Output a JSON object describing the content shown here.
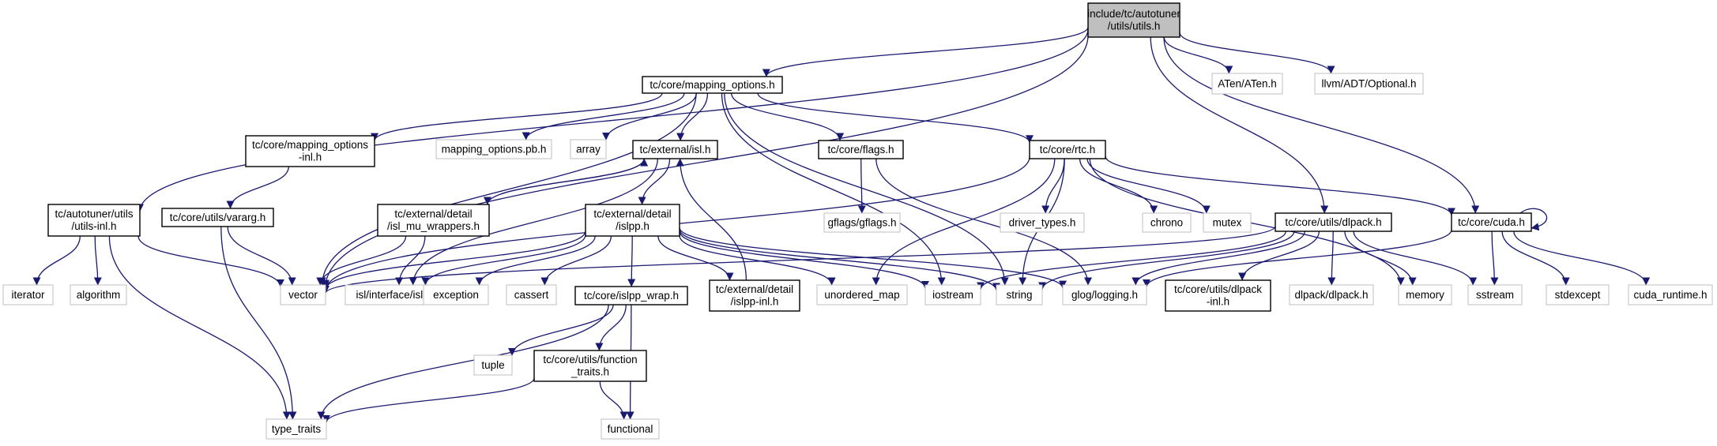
{
  "colors": {
    "edge": "#191970",
    "root_fill": "#bfbfbf",
    "node_border": "#000000",
    "external_border": "#bfbfbf",
    "background": "#ffffff"
  },
  "nodes": [
    {
      "id": "root",
      "kind": "root",
      "lines": [
        "include/tc/autotuner",
        "/utils/utils.h"
      ]
    },
    {
      "id": "mapping_options",
      "kind": "internal",
      "lines": [
        "tc/core/mapping_options.h"
      ]
    },
    {
      "id": "aten",
      "kind": "external",
      "lines": [
        "ATen/ATen.h"
      ]
    },
    {
      "id": "llvm_optional",
      "kind": "external",
      "lines": [
        "llvm/ADT/Optional.h"
      ]
    },
    {
      "id": "mapping_options_inl",
      "kind": "internal",
      "lines": [
        "tc/core/mapping_options",
        "-inl.h"
      ]
    },
    {
      "id": "mapping_options_pb",
      "kind": "external",
      "lines": [
        "mapping_options.pb.h"
      ]
    },
    {
      "id": "array",
      "kind": "external",
      "lines": [
        "array"
      ]
    },
    {
      "id": "external_isl",
      "kind": "internal",
      "lines": [
        "tc/external/isl.h"
      ]
    },
    {
      "id": "flags",
      "kind": "internal",
      "lines": [
        "tc/core/flags.h"
      ]
    },
    {
      "id": "rtc",
      "kind": "internal",
      "lines": [
        "tc/core/rtc.h"
      ]
    },
    {
      "id": "utils_inl",
      "kind": "internal",
      "lines": [
        "tc/autotuner/utils",
        "/utils-inl.h"
      ]
    },
    {
      "id": "vararg",
      "kind": "internal",
      "lines": [
        "tc/core/utils/vararg.h"
      ]
    },
    {
      "id": "isl_mu_wrappers",
      "kind": "internal",
      "lines": [
        "tc/external/detail",
        "/isl_mu_wrappers.h"
      ]
    },
    {
      "id": "islpp",
      "kind": "internal",
      "lines": [
        "tc/external/detail",
        "/islpp.h"
      ]
    },
    {
      "id": "gflags",
      "kind": "external",
      "lines": [
        "gflags/gflags.h"
      ]
    },
    {
      "id": "driver_types",
      "kind": "external",
      "lines": [
        "driver_types.h"
      ]
    },
    {
      "id": "chrono",
      "kind": "external",
      "lines": [
        "chrono"
      ]
    },
    {
      "id": "mutex",
      "kind": "external",
      "lines": [
        "mutex"
      ]
    },
    {
      "id": "dlpack_h",
      "kind": "internal",
      "lines": [
        "tc/core/utils/dlpack.h"
      ]
    },
    {
      "id": "cuda_h",
      "kind": "internal",
      "lines": [
        "tc/core/cuda.h"
      ]
    },
    {
      "id": "iterator",
      "kind": "external",
      "lines": [
        "iterator"
      ]
    },
    {
      "id": "algorithm",
      "kind": "external",
      "lines": [
        "algorithm"
      ]
    },
    {
      "id": "vector",
      "kind": "external",
      "lines": [
        "vector"
      ]
    },
    {
      "id": "isl_interface",
      "kind": "external",
      "lines": [
        "isl/interface/isl.h"
      ]
    },
    {
      "id": "exception",
      "kind": "external",
      "lines": [
        "exception"
      ]
    },
    {
      "id": "cassert",
      "kind": "external",
      "lines": [
        "cassert"
      ]
    },
    {
      "id": "islpp_wrap",
      "kind": "internal",
      "lines": [
        "tc/core/islpp_wrap.h"
      ]
    },
    {
      "id": "islpp_inl",
      "kind": "internal",
      "lines": [
        "tc/external/detail",
        "/islpp-inl.h"
      ]
    },
    {
      "id": "unordered_map",
      "kind": "external",
      "lines": [
        "unordered_map"
      ]
    },
    {
      "id": "iostream",
      "kind": "external",
      "lines": [
        "iostream"
      ]
    },
    {
      "id": "string",
      "kind": "external",
      "lines": [
        "string"
      ]
    },
    {
      "id": "glog",
      "kind": "external",
      "lines": [
        "glog/logging.h"
      ]
    },
    {
      "id": "dlpack_inl",
      "kind": "internal",
      "lines": [
        "tc/core/utils/dlpack",
        "-inl.h"
      ]
    },
    {
      "id": "dlpack_dlpack",
      "kind": "external",
      "lines": [
        "dlpack/dlpack.h"
      ]
    },
    {
      "id": "memory",
      "kind": "external",
      "lines": [
        "memory"
      ]
    },
    {
      "id": "sstream",
      "kind": "external",
      "lines": [
        "sstream"
      ]
    },
    {
      "id": "stdexcept",
      "kind": "external",
      "lines": [
        "stdexcept"
      ]
    },
    {
      "id": "cuda_runtime",
      "kind": "external",
      "lines": [
        "cuda_runtime.h"
      ]
    },
    {
      "id": "tuple",
      "kind": "external",
      "lines": [
        "tuple"
      ]
    },
    {
      "id": "function_traits",
      "kind": "internal",
      "lines": [
        "tc/core/utils/function",
        "_traits.h"
      ]
    },
    {
      "id": "type_traits",
      "kind": "external",
      "lines": [
        "type_traits"
      ]
    },
    {
      "id": "functional",
      "kind": "external",
      "lines": [
        "functional"
      ]
    }
  ],
  "edges": [
    [
      "root",
      "mapping_options"
    ],
    [
      "root",
      "aten"
    ],
    [
      "root",
      "llvm_optional"
    ],
    [
      "root",
      "utils_inl"
    ],
    [
      "root",
      "vector"
    ],
    [
      "root",
      "dlpack_h"
    ],
    [
      "root",
      "cuda_h"
    ],
    [
      "mapping_options",
      "mapping_options_inl"
    ],
    [
      "mapping_options",
      "mapping_options_pb"
    ],
    [
      "mapping_options",
      "array"
    ],
    [
      "mapping_options",
      "external_isl"
    ],
    [
      "mapping_options",
      "flags"
    ],
    [
      "mapping_options",
      "rtc"
    ],
    [
      "mapping_options",
      "vector"
    ],
    [
      "mapping_options",
      "iostream"
    ],
    [
      "mapping_options",
      "string"
    ],
    [
      "mapping_options_inl",
      "vararg"
    ],
    [
      "external_isl",
      "isl_mu_wrappers"
    ],
    [
      "external_isl",
      "islpp"
    ],
    [
      "external_isl",
      "isl_interface"
    ],
    [
      "flags",
      "gflags"
    ],
    [
      "flags",
      "glog"
    ],
    [
      "rtc",
      "vector"
    ],
    [
      "rtc",
      "driver_types"
    ],
    [
      "rtc",
      "chrono"
    ],
    [
      "rtc",
      "mutex"
    ],
    [
      "rtc",
      "unordered_map"
    ],
    [
      "rtc",
      "string"
    ],
    [
      "rtc",
      "memory"
    ],
    [
      "rtc",
      "cuda_h"
    ],
    [
      "utils_inl",
      "iterator"
    ],
    [
      "utils_inl",
      "algorithm"
    ],
    [
      "utils_inl",
      "vector"
    ],
    [
      "utils_inl",
      "type_traits"
    ],
    [
      "vararg",
      "vector"
    ],
    [
      "vararg",
      "type_traits"
    ],
    [
      "isl_mu_wrappers",
      "external_isl"
    ],
    [
      "isl_mu_wrappers",
      "vector"
    ],
    [
      "isl_mu_wrappers",
      "isl_interface"
    ],
    [
      "islpp",
      "vector"
    ],
    [
      "islpp",
      "isl_interface"
    ],
    [
      "islpp",
      "exception"
    ],
    [
      "islpp",
      "cassert"
    ],
    [
      "islpp",
      "islpp_wrap"
    ],
    [
      "islpp",
      "islpp_inl"
    ],
    [
      "islpp",
      "unordered_map"
    ],
    [
      "islpp",
      "iostream"
    ],
    [
      "islpp",
      "string"
    ],
    [
      "islpp",
      "glog"
    ],
    [
      "islpp_inl",
      "external_isl"
    ],
    [
      "islpp_wrap",
      "tuple"
    ],
    [
      "islpp_wrap",
      "function_traits"
    ],
    [
      "islpp_wrap",
      "type_traits"
    ],
    [
      "islpp_wrap",
      "functional"
    ],
    [
      "function_traits",
      "type_traits"
    ],
    [
      "function_traits",
      "functional"
    ],
    [
      "dlpack_h",
      "vector"
    ],
    [
      "dlpack_h",
      "iostream"
    ],
    [
      "dlpack_h",
      "string"
    ],
    [
      "dlpack_h",
      "glog"
    ],
    [
      "dlpack_h",
      "dlpack_inl"
    ],
    [
      "dlpack_h",
      "dlpack_dlpack"
    ],
    [
      "dlpack_h",
      "memory"
    ],
    [
      "dlpack_h",
      "sstream"
    ],
    [
      "cuda_h",
      "cuda_h"
    ],
    [
      "cuda_h",
      "glog"
    ],
    [
      "cuda_h",
      "sstream"
    ],
    [
      "cuda_h",
      "stdexcept"
    ],
    [
      "cuda_h",
      "cuda_runtime"
    ]
  ]
}
